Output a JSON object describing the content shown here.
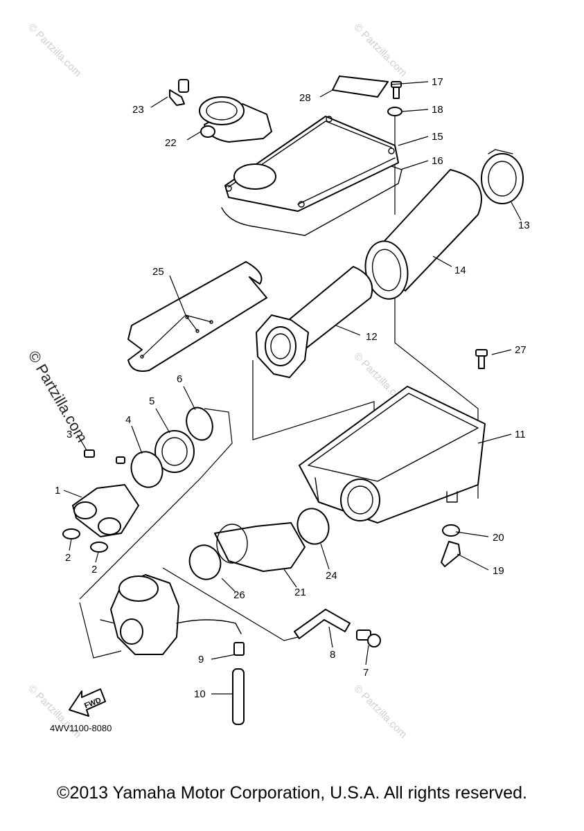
{
  "diagram": {
    "code": "4WV1100-8080",
    "fwd_label": "FWD",
    "callouts": [
      "1",
      "2",
      "2",
      "3",
      "4",
      "5",
      "6",
      "7",
      "8",
      "9",
      "10",
      "11",
      "12",
      "13",
      "14",
      "15",
      "16",
      "17",
      "18",
      "19",
      "20",
      "21",
      "22",
      "23",
      "24",
      "25",
      "26",
      "27",
      "28"
    ]
  },
  "watermarks": {
    "corner": "© Partzilla.com",
    "side": "© Partzilla.com"
  },
  "footer": {
    "copyright": "©2013 Yamaha Motor Corporation, U.S.A. All rights reserved."
  }
}
